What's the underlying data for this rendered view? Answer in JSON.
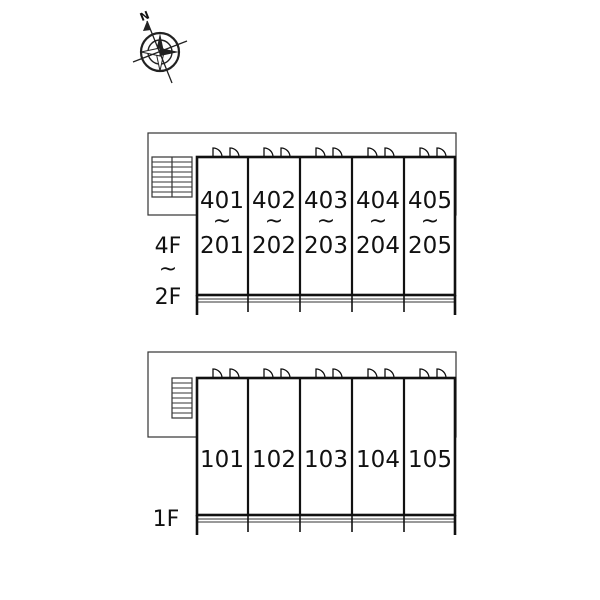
{
  "compass": {
    "north_label": "N"
  },
  "upper_block": {
    "floor_label_top": "4F",
    "floor_label_separator": "~",
    "floor_label_bottom": "2F",
    "units": [
      {
        "top": "401",
        "separator": "~",
        "bottom": "201"
      },
      {
        "top": "402",
        "separator": "~",
        "bottom": "202"
      },
      {
        "top": "403",
        "separator": "~",
        "bottom": "203"
      },
      {
        "top": "404",
        "separator": "~",
        "bottom": "204"
      },
      {
        "top": "405",
        "separator": "~",
        "bottom": "205"
      }
    ]
  },
  "lower_block": {
    "floor_label": "1F",
    "units": [
      {
        "label": "101"
      },
      {
        "label": "102"
      },
      {
        "label": "103"
      },
      {
        "label": "104"
      },
      {
        "label": "105"
      }
    ]
  }
}
